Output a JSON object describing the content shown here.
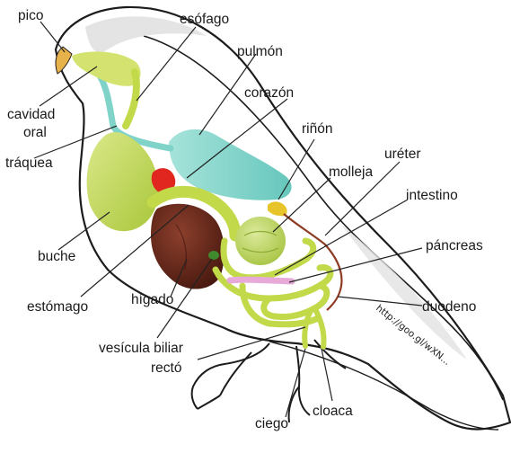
{
  "labels": {
    "pico": "pico",
    "esofago": "esófago",
    "pulmon": "pulmón",
    "corazon": "corazón",
    "cavidad_oral_1": "cavidad",
    "cavidad_oral_2": "oral",
    "rinon": "riñón",
    "traquea": "tráquea",
    "ureter": "uréter",
    "molleja": "molleja",
    "intestino": "intestino",
    "buche": "buche",
    "pancreas": "páncreas",
    "estomago": "estómago",
    "higado": "hígado",
    "duodeno": "duodeno",
    "vesicula_biliar": "vesícula biliar",
    "recto": "rectó",
    "ciego": "ciego",
    "cloaca": "cloaca"
  },
  "watermark": "http://goo.gl/wXN...",
  "colors": {
    "digestive_green": "#c2d94a",
    "lung": "#7fd3c9",
    "heart": "#e0261e",
    "liver": "#6e2b1c",
    "kidney": "#e6c42a",
    "pancreas": "#e7a9d8",
    "ureter": "#8e3a22",
    "outline": "#1c1c1c",
    "leader": "#222222"
  }
}
